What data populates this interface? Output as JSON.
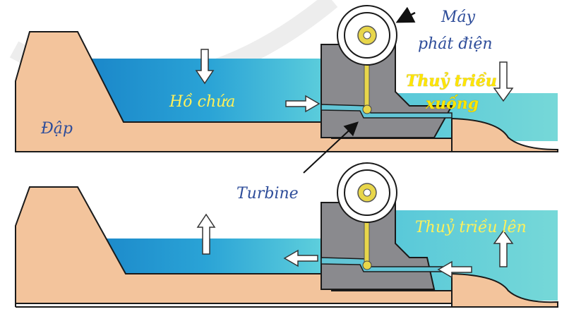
{
  "labels": {
    "dam": "Đập",
    "reservoir": "Hồ chứa",
    "generator_line1": "Máy",
    "generator_line2": "phát điện",
    "tide_out_line1": "Thuỷ triều",
    "tide_out_line2": "xuống",
    "turbine": "Turbine",
    "tide_in": "Thuỷ triều lên"
  },
  "colors": {
    "sand": "#f3c49c",
    "water_deep": "#1f8fd0",
    "water_light": "#53c7d9",
    "housing": "#8a8a8e",
    "housing_dark": "#5e5e62",
    "shaft": "#e8d64a",
    "arrow_fill": "#ffffff",
    "label_blue": "#2e4d9a",
    "label_yellow": "#ffe600"
  }
}
